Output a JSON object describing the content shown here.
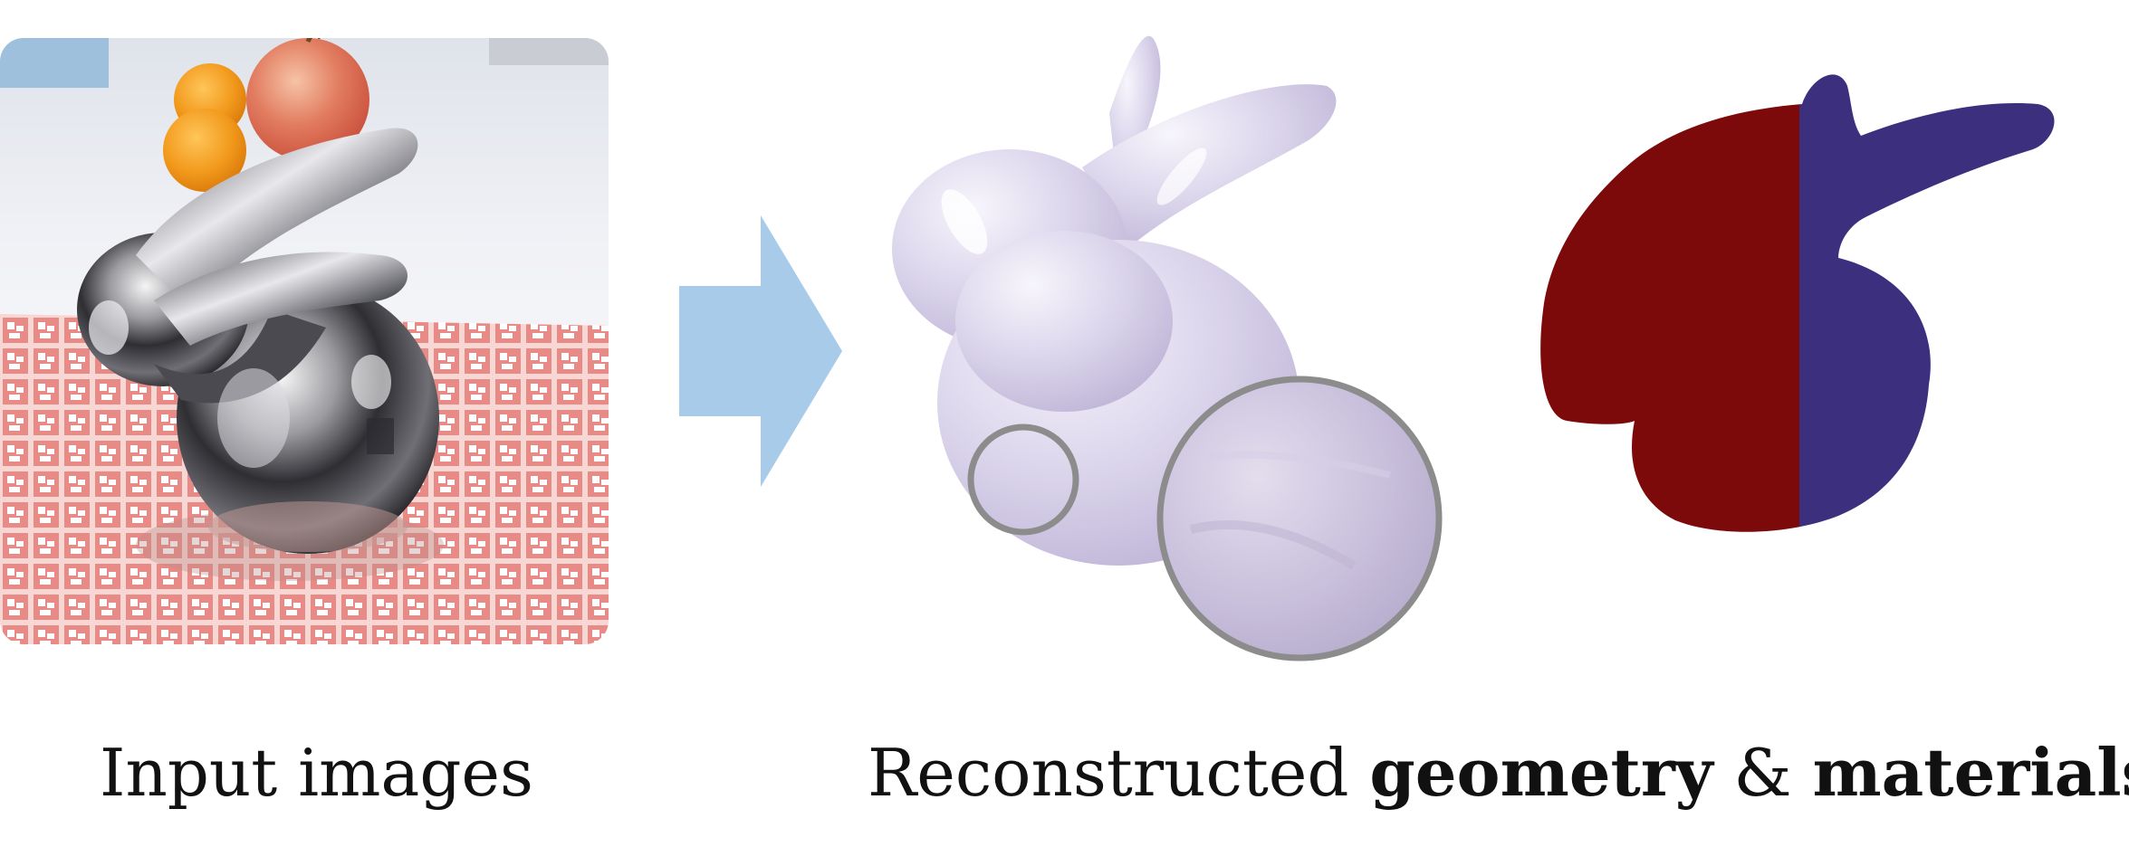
{
  "captions": {
    "input": "Input images",
    "output_prefix": "Reconstructed ",
    "output_bold_1": "geometry",
    "output_middle": " & ",
    "output_bold_2": "materials"
  },
  "colors": {
    "arrow": "#a8cbea",
    "bunny_geometry": "#d9d3ea",
    "material_left": "#7d0a0a",
    "material_right": "#3b2f7e",
    "grid_pink": "#e88a86",
    "magnifier_ring": "#8c8c8c"
  },
  "icons": {
    "photo": "chrome-bunny-photo",
    "arrow": "right-arrow",
    "geometry": "bunny-mesh-render",
    "materials": "bunny-material-map"
  }
}
